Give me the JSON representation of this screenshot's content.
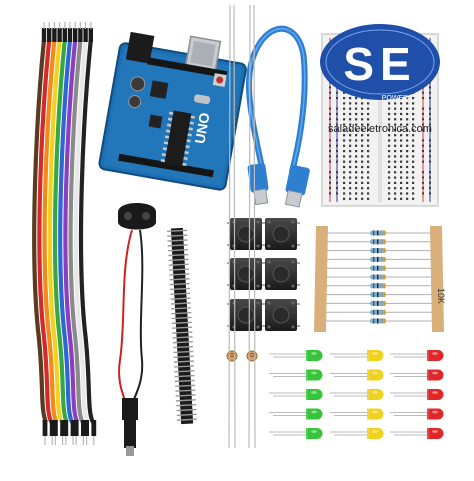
{
  "board": {
    "label": "UNO"
  },
  "watermark": {
    "logo_letters": "SE",
    "site": "saladeeletronica.com"
  },
  "breadboard": {
    "power_label": "POWER"
  },
  "resistor_strip": {
    "label": "10K"
  },
  "colors": {
    "board_blue": "#1c6fb0",
    "cable_blue": "#2e7fd0",
    "led_green": "#35c43a",
    "led_yellow": "#f0d21e",
    "led_red": "#e2272b",
    "resistor_tape": "#d9b07a"
  },
  "leds": {
    "rows": 5,
    "columns": [
      "green",
      "yellow",
      "red"
    ]
  },
  "buttons": {
    "count": 6
  },
  "resistors": {
    "count": 11
  }
}
